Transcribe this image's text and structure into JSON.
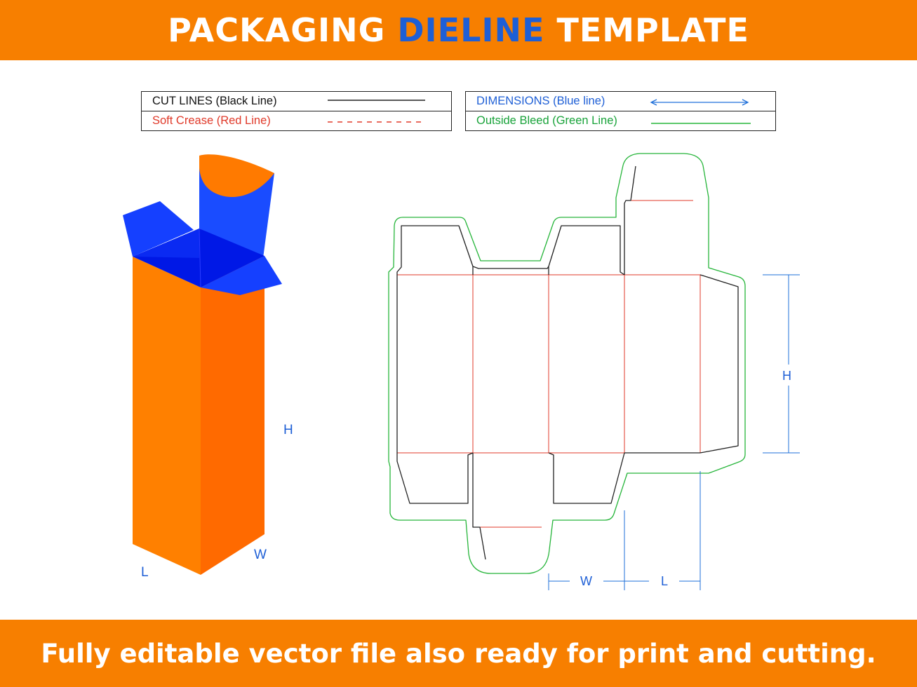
{
  "header": {
    "title_part1": "PACKAGING",
    "title_accent": "DIELINE",
    "title_part3": "TEMPLATE"
  },
  "legend": {
    "cut_lines": "CUT LINES (Black Line)",
    "soft_crease": "Soft Crease (Red Line)",
    "dimensions": "DIMENSIONS (Blue line)",
    "outside_bleed": "Outside Bleed (Green Line)"
  },
  "box_3d": {
    "height_label": "H",
    "width_label": "W",
    "length_label": "L"
  },
  "dieline": {
    "height_label": "H",
    "width_label": "W",
    "length_label": "L"
  },
  "footer": {
    "text": "Fully editable vector file also ready for print and cutting."
  },
  "colors": {
    "banner": "#f77f00",
    "accent_blue": "#1e5fd6",
    "cut_line": "#222222",
    "crease_line": "#e03a2a",
    "dimension_line": "#1e6fd9",
    "bleed_line": "#26b53a",
    "box_front": "#ff8000",
    "box_side": "#ff6a00",
    "box_flap_blue": "#1540ff"
  }
}
